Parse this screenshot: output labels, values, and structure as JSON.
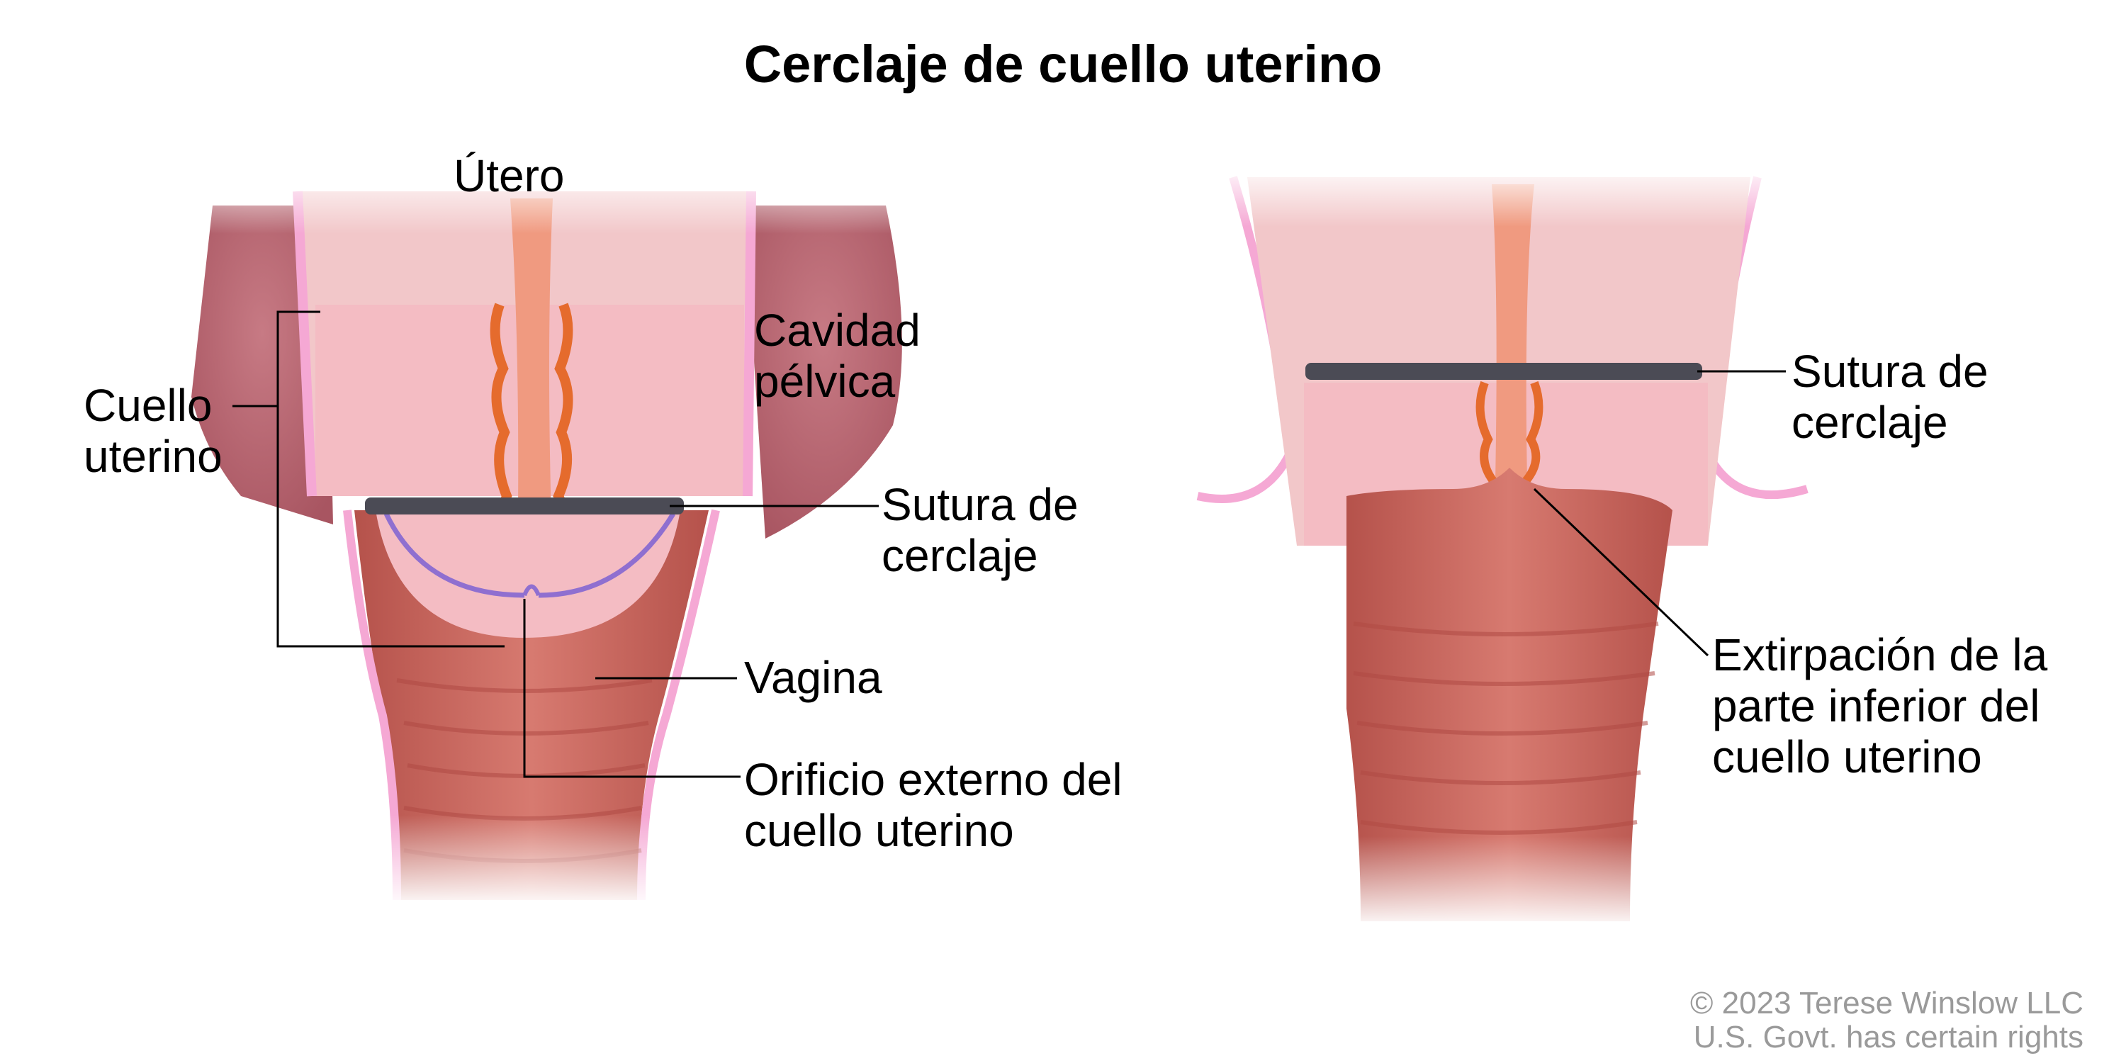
{
  "title": "Cerclaje de cuello uterino",
  "left_panel": {
    "labels": {
      "utero": "Útero",
      "cavidad": "Cavidad\npélvica",
      "cuello": "Cuello\nuterino",
      "sutura": "Sutura de\ncerclaje",
      "vagina": "Vagina",
      "orificio": "Orificio externo del\ncuello uterino"
    }
  },
  "right_panel": {
    "labels": {
      "sutura": "Sutura de\ncerclaje",
      "extirpacion": "Extirpación de la\nparte inferior del\ncuello uterino"
    }
  },
  "credit": "© 2023 Terese Winslow LLC\nU.S. Govt. has certain rights",
  "colors": {
    "tissue_light": "#f2c7c9",
    "tissue_mid": "#e8a9ae",
    "cavity": "#b86873",
    "vagina": "#c9625a",
    "canal": "#e56b2d",
    "suture": "#4b4b55",
    "os_outline": "#8f6fd0",
    "membrane": "#f5a8d4"
  }
}
